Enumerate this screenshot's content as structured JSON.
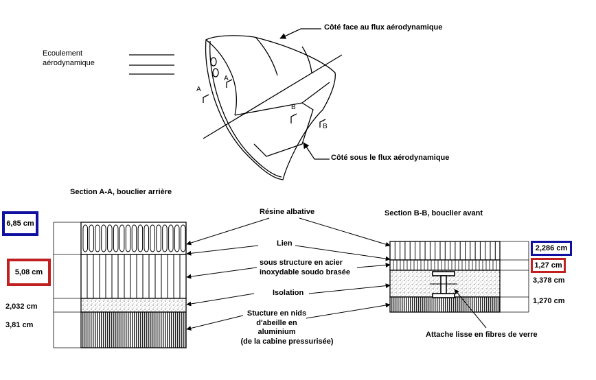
{
  "top_diagram": {
    "flow_label_line1": "Ecoulement",
    "flow_label_line2": "aérodynamique",
    "windward_label": "Côté face au flux aérodynamique",
    "leeward_label": "Côté sous le flux aérodynamique",
    "marker_a": "A",
    "marker_b": "B"
  },
  "section_aa": {
    "title": "Section A-A, bouclier arrière",
    "dim_ablative": "6,85 cm",
    "dim_steel": "5,08 cm",
    "dim_insulation": "2,032 cm",
    "dim_honeycomb": "3,81 cm"
  },
  "section_bb": {
    "title": "Section B-B, bouclier avant",
    "dim_ablative": "2,286 cm",
    "dim_steel": "1,27 cm",
    "dim_insulation": "3,378 cm",
    "dim_honeycomb": "1,270 cm"
  },
  "labels": {
    "resin": "Résine albative",
    "bond": "Lien",
    "steel_line1": "sous structure en acier",
    "steel_line2": "inoxydable soudo brasée",
    "insulation": "Isolation",
    "honeycomb_line1": "Stucture en nids",
    "honeycomb_line2": "d'abeille en",
    "honeycomb_line3": "aluminium",
    "honeycomb_line4": "(de la cabine pressurisée)",
    "fastener": "Attache lisse en fibres de verre"
  },
  "colors": {
    "blue_box": "#1010a0",
    "red_box": "#c02020"
  }
}
